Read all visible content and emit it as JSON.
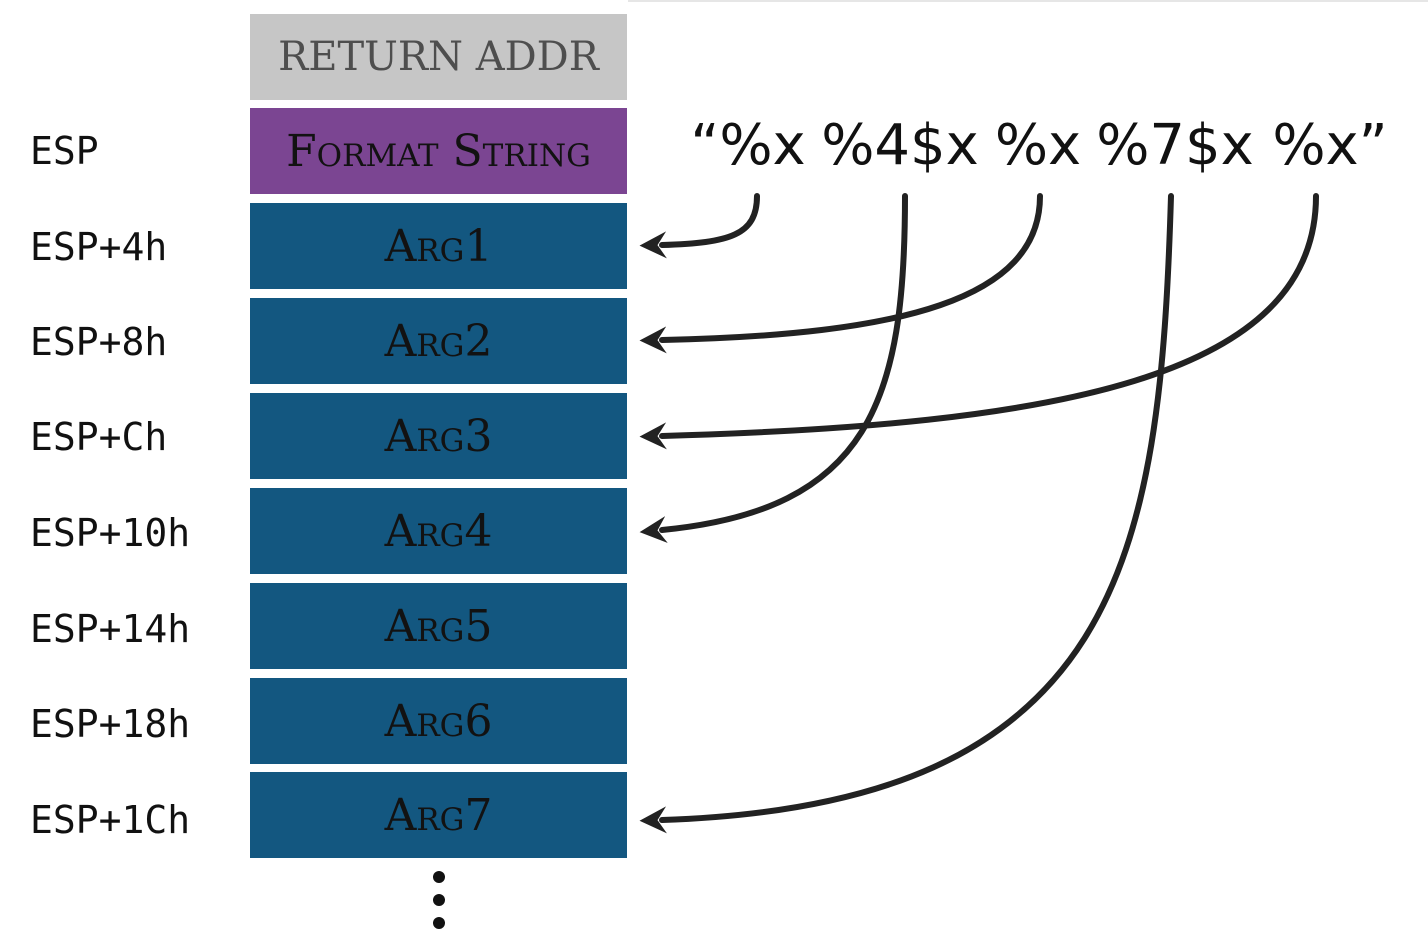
{
  "stack": {
    "return_addr": "RETURN ADDR",
    "format_string": "Format String",
    "offsets": [
      "ESP",
      "ESP+4h",
      "ESP+8h",
      "ESP+Ch",
      "ESP+10h",
      "ESP+14h",
      "ESP+18h",
      "ESP+1Ch"
    ],
    "args": [
      "Arg1",
      "Arg2",
      "Arg3",
      "Arg4",
      "Arg5",
      "Arg6",
      "Arg7"
    ]
  },
  "format_tokens": [
    "“%x",
    "%4$x",
    "%x",
    "%7$x",
    "%x”"
  ],
  "colors": {
    "return_addr": "#c6c6c6",
    "format_string": "#7b4592",
    "arg": "#135780",
    "arrow": "#222222"
  }
}
